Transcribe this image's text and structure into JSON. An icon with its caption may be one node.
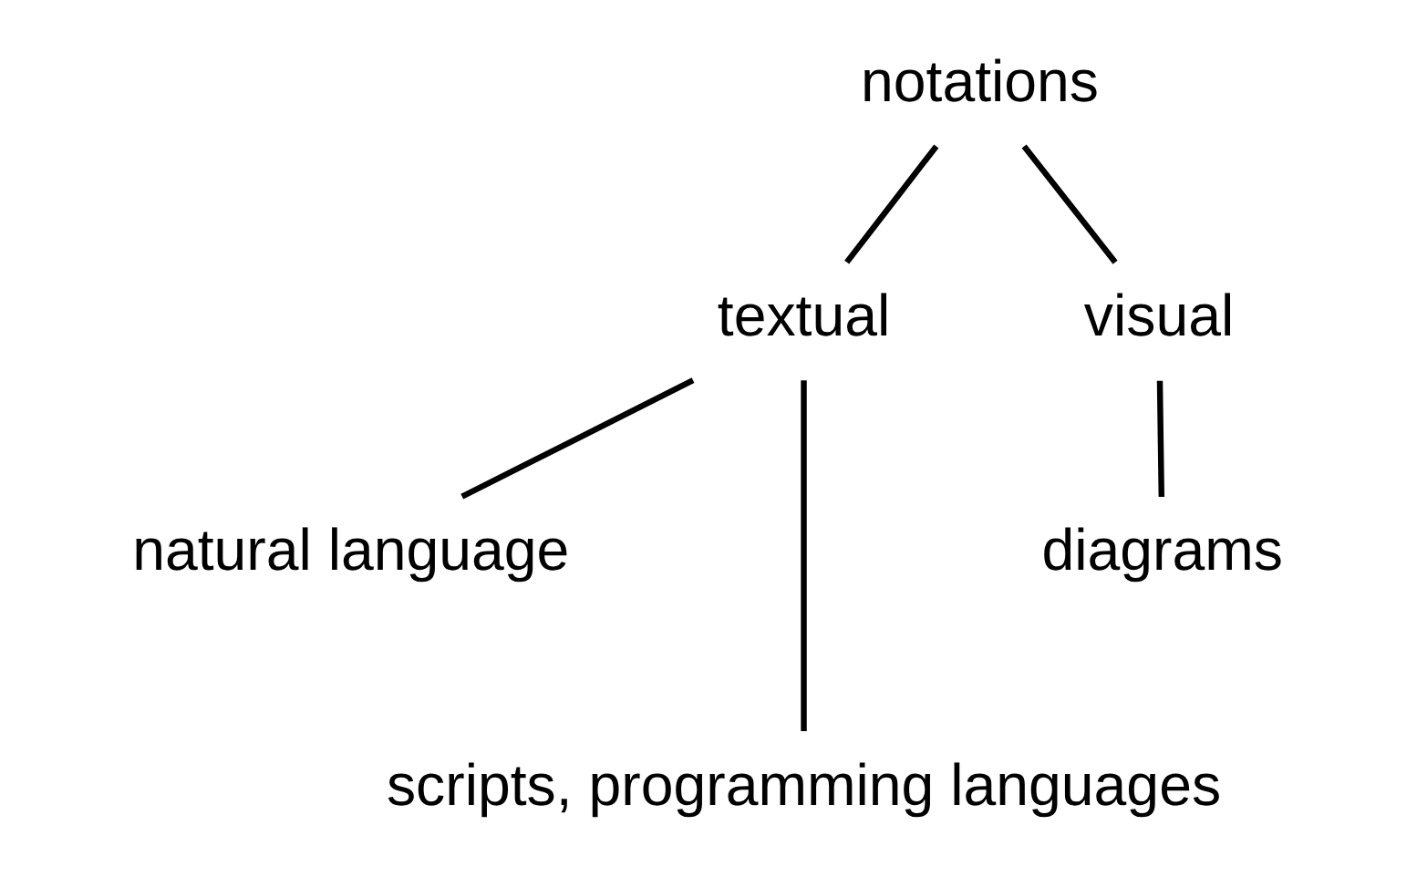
{
  "diagram": {
    "nodes": [
      {
        "text": [
          "notations"
        ]
      },
      {
        "text": [
          "textual"
        ]
      },
      {
        "text": [
          "visual"
        ]
      },
      {
        "text": [
          "natural language"
        ]
      },
      {
        "text": [
          "scripts, programming languages"
        ]
      },
      {
        "text": [
          "diagrams"
        ]
      }
    ],
    "edges": [
      {
        "from": 0,
        "to": 1,
        "arrow": "none"
      },
      {
        "from": 0,
        "to": 2,
        "arrow": "none"
      },
      {
        "from": 1,
        "to": 3,
        "arrow": "none"
      },
      {
        "from": 1,
        "to": 4,
        "arrow": "none"
      },
      {
        "from": 2,
        "to": 5,
        "arrow": "none"
      }
    ]
  }
}
